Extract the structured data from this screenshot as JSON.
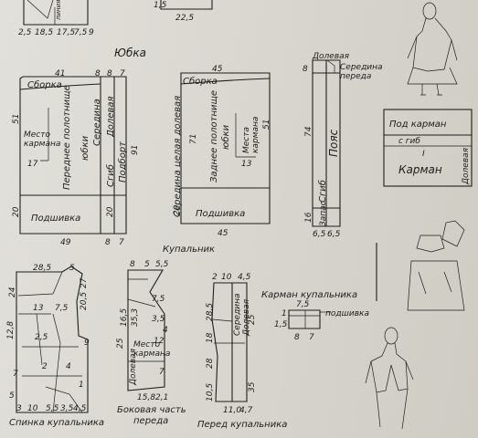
{
  "top_fragment": {
    "n1": "2,5",
    "n2": "18,5",
    "n3": "17,5",
    "n4": "7,5",
    "n5": "9",
    "n6": "22,5",
    "n7": "1,5",
    "label": "линия полки"
  },
  "skirt": {
    "title": "Юбка",
    "front": {
      "top": "41",
      "top8": "8",
      "top8b": "8",
      "top7": "7",
      "sborka": "Сборка",
      "mesto": "Место",
      "karmana": "кармана",
      "seventeen": "17",
      "v1": "Переднее полотнище",
      "v2": "юбки",
      "sered": "Середина",
      "dolevaya": "Долевая",
      "sgib": "Сгиб",
      "podbort": "Подборт",
      "left51": "51",
      "r91": "91",
      "left20": "20",
      "mid20": "20",
      "podshivka": "Подшивка",
      "bottom": "49",
      "b8": "8",
      "b7": "7"
    },
    "back": {
      "top": "45",
      "sborka": "Сборка",
      "v1": "Заднее полотнище",
      "v2": "юбки",
      "v3": "Середина целая долевая",
      "n71": "71",
      "n51": "51",
      "mesto": "Места",
      "karmana": "кармана",
      "thirteen": "13",
      "left20": "20",
      "podshivka": "Подшивка",
      "bottom": "45"
    },
    "belt": {
      "dolevaya": "Долевая",
      "seredina": "Середина",
      "pereda": "переда",
      "top8": "8",
      "n74": "74",
      "poyas": "Пояс",
      "sgib": "Сгиб",
      "n16": "16",
      "zapas": "Запас",
      "b1": "6,5",
      "b2": "6,5"
    }
  },
  "pocket": {
    "pod_karman": "Под карман",
    "sgib": "с гиб",
    "roman": "I",
    "karman": "Карман",
    "dolevaya": "Долевая"
  },
  "swimsuit": {
    "title": "Купальник",
    "back": {
      "n285": "28,5",
      "n24": "24",
      "n5": "5",
      "n27": "27",
      "n205": "20,5",
      "n13": "13",
      "n75": "7,5",
      "n128": "12,8",
      "n25": "2,5",
      "n9": "9",
      "n7": "7",
      "n2": "2",
      "n4": "4",
      "n1": "1",
      "n57": "5",
      "n3": "3",
      "n10": "10",
      "n55": "5,5",
      "n35": "3,5",
      "n45": "4,5",
      "label": "Спинка купальника"
    },
    "side": {
      "n8": "8",
      "n5": "5",
      "n55": "5,5",
      "n75": "7,5",
      "n35": "3,5",
      "n165": "16,5",
      "n353": "35,3",
      "n25": "25",
      "n12": "12",
      "n4": "4",
      "n7": "7",
      "mesto": "Место",
      "karmana": "кармана",
      "dolevaya": "Долевая",
      "n158": "15,8",
      "n21": "2,1",
      "label1": "Боковая часть",
      "label2": "переда"
    },
    "front": {
      "n2": "2",
      "n10": "10",
      "n45": "4,5",
      "n285": "28,5",
      "n18": "18",
      "n25": "25",
      "n28": "28",
      "n105": "10,5",
      "n35": "35",
      "sered": "Середина",
      "dolevaya": "Долевая",
      "n110": "11,0",
      "n47": "4,7",
      "label": "Перед купальника"
    },
    "pocket": {
      "title": "Карман купальника",
      "n75": "7,5",
      "n1": "1",
      "n15": "1,5",
      "n8": "8",
      "n7": "7",
      "podshivka": "подшивка"
    }
  }
}
